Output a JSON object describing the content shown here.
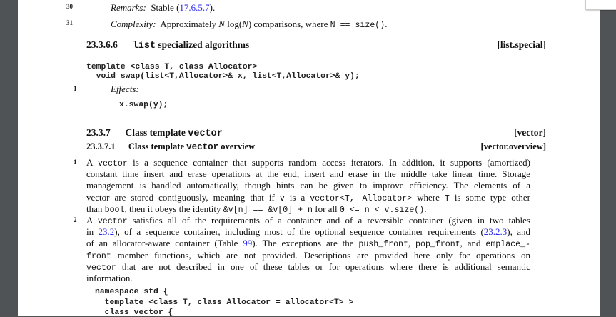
{
  "items_top": [
    {
      "num": "30",
      "label": "Remarks:",
      "segments": [
        {
          "t": " Stable (",
          "s": "rm"
        },
        {
          "t": "17.6.5.7",
          "s": "link"
        },
        {
          "t": ").",
          "s": "rm"
        }
      ]
    },
    {
      "num": "31",
      "label": "Complexity:",
      "segments": [
        {
          "t": " Approximately ",
          "s": "rm"
        },
        {
          "t": "N",
          "s": "it"
        },
        {
          "t": " log(",
          "s": "rm"
        },
        {
          "t": "N",
          "s": "it"
        },
        {
          "t": ") comparisons, where ",
          "s": "rm"
        },
        {
          "t": "N == size()",
          "s": "tt"
        },
        {
          "t": ".",
          "s": "rm"
        }
      ]
    }
  ],
  "section_list_special": {
    "number": "23.3.6.6",
    "title_mono": "list",
    "title": " specialized algorithms",
    "ref": "[list.special]"
  },
  "swap_code": [
    "template <class T, class Allocator>",
    "  void swap(list<T,Allocator>& x, list<T,Allocator>& y);"
  ],
  "effects": {
    "num": "1",
    "label": "Effects:",
    "code": "x.swap(y);"
  },
  "section_vector": {
    "number": "23.3.7",
    "title": "Class template ",
    "title_mono": "vector",
    "ref": "[vector]"
  },
  "section_vector_overview": {
    "number": "23.3.7.1",
    "title": "Class template ",
    "title_mono": "vector",
    "title_end": " overview",
    "ref": "[vector.overview]"
  },
  "paragraphs": [
    {
      "num": "1",
      "lines": [
        [
          {
            "t": "A ",
            "s": "rm"
          },
          {
            "t": "vector",
            "s": "tt"
          },
          {
            "t": " is a sequence container that supports random access iterators. In addition, it supports (amortized)",
            "s": "rm"
          }
        ],
        [
          {
            "t": "constant time insert and erase operations at the end; insert and erase in the middle take linear time. Storage",
            "s": "rm"
          }
        ],
        [
          {
            "t": "management is handled automatically, though hints can be given to improve efficiency. The elements of a",
            "s": "rm"
          }
        ],
        [
          {
            "t": "vector are stored contiguously, meaning that if ",
            "s": "rm"
          },
          {
            "t": "v",
            "s": "tt"
          },
          {
            "t": " is a ",
            "s": "rm"
          },
          {
            "t": "vector<T, Allocator>",
            "s": "tt"
          },
          {
            "t": " where ",
            "s": "rm"
          },
          {
            "t": "T",
            "s": "tt"
          },
          {
            "t": " is some type other",
            "s": "rm"
          }
        ],
        [
          {
            "t": "than ",
            "s": "rm"
          },
          {
            "t": "bool",
            "s": "tt"
          },
          {
            "t": ", then it obeys the identity ",
            "s": "rm"
          },
          {
            "t": "&v[n] == &v[0] + n",
            "s": "tt"
          },
          {
            "t": " for all ",
            "s": "rm"
          },
          {
            "t": "0 <= n < v.size()",
            "s": "tt"
          },
          {
            "t": ".",
            "s": "rm"
          }
        ]
      ]
    },
    {
      "num": "2",
      "lines": [
        [
          {
            "t": "A ",
            "s": "rm"
          },
          {
            "t": "vector",
            "s": "tt"
          },
          {
            "t": " satisfies all of the requirements of a container and of a reversible container (given in two tables",
            "s": "rm"
          }
        ],
        [
          {
            "t": "in ",
            "s": "rm"
          },
          {
            "t": "23.2",
            "s": "link"
          },
          {
            "t": "), of a sequence container, including most of the optional sequence container requirements (",
            "s": "rm"
          },
          {
            "t": "23.2.3",
            "s": "link"
          },
          {
            "t": "), and",
            "s": "rm"
          }
        ],
        [
          {
            "t": "of an allocator-aware container (Table ",
            "s": "rm"
          },
          {
            "t": "99",
            "s": "link"
          },
          {
            "t": "). The exceptions are the ",
            "s": "rm"
          },
          {
            "t": "push_front",
            "s": "tt"
          },
          {
            "t": ", ",
            "s": "rm"
          },
          {
            "t": "pop_front",
            "s": "tt"
          },
          {
            "t": ", and ",
            "s": "rm"
          },
          {
            "t": "emplace_-",
            "s": "tt"
          }
        ],
        [
          {
            "t": "front",
            "s": "tt"
          },
          {
            "t": " member functions, which are not provided. Descriptions are provided here only for operations on",
            "s": "rm"
          }
        ],
        [
          {
            "t": "vector",
            "s": "tt"
          },
          {
            "t": " that are not described in one of these tables or for operations where there is additional semantic",
            "s": "rm"
          }
        ],
        [
          {
            "t": "information.",
            "s": "rm"
          }
        ]
      ]
    }
  ],
  "vector_code": [
    "namespace std {",
    "  template <class T, class Allocator = allocator<T> >",
    "  class vector {"
  ]
}
